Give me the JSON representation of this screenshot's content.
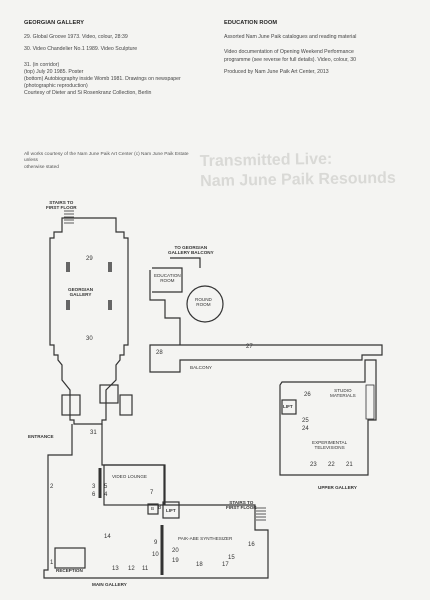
{
  "georgian": {
    "heading": "GEORGIAN GALLERY",
    "line1": "29. Global Groove 1973. Video, colour, 28:39",
    "line2": "30. Video Chandelier No.1 1989. Video Sculpture",
    "line3": "31. (in corridor)",
    "line4": "(top) July 20 1985. Poster",
    "line5": "(bottom) Autobiography inside Womb 1981. Drawings on newspaper",
    "line6": "(photographic reproduction)",
    "line7": "Courtesy of Dieter and Si Rosenkranz Collection, Berlin"
  },
  "education": {
    "heading": "EDUCATION ROOM",
    "line1": "Assorted Nam June Paik catalogues and reading material",
    "line2": "Video documentation of Opening Weekend Performance",
    "line3": "programme (see reverse for full details). Video, colour, 30",
    "line4": "Produced by Nam June Paik Art Center, 2013"
  },
  "credit": {
    "line1": "All works courtesy of the Nam June Paik Art Center (c) Nam June Paik Estate unless",
    "line2": "otherwise stated"
  },
  "bleed": {
    "line1": "Transmitted Live:",
    "line2": "Nam June Paik Resounds"
  },
  "map": {
    "stairs_top_1": "STAIRS TO",
    "stairs_top_2": "FIRST FLOOR",
    "georgian_label_1": "GEORGIAN",
    "georgian_label_2": "GALLERY",
    "to_georgian_1": "TO GEORGIAN",
    "to_georgian_2": "GALLERY BALCONY",
    "education_1": "EDUCATION",
    "education_2": "ROOM",
    "round_1": "ROUND",
    "round_2": "ROOM",
    "balcony": "BALCONY",
    "studio_1": "STUDIO",
    "studio_2": "MATERIALS",
    "lift": "LIFT",
    "experimental_1": "EXPERIMENTAL",
    "experimental_2": "TELEVISIONS",
    "upper_gallery": "UPPER GALLERY",
    "entrance": "ENTRANCE",
    "video_lounge": "VIDEO LOUNGE",
    "stairs_bottom_1": "STAIRS TO",
    "stairs_bottom_2": "FIRST FLOOR",
    "paik_abe": "PAIK-ABE SYNTHESIZER",
    "reception": "RECEPTION",
    "main_gallery": "MAIN GALLERY",
    "box_b": "B",
    "n29": "29",
    "n30": "30",
    "n31": "31",
    "n28": "28",
    "n27": "27",
    "n26": "26",
    "n25": "25",
    "n24": "24",
    "n23": "23",
    "n22": "22",
    "n21": "21",
    "n2": "2",
    "n3": "3",
    "n6": "6",
    "n7": "7",
    "n8": "8",
    "n14": "14",
    "n9": "9",
    "n10": "10",
    "n20": "20",
    "n19": "19",
    "n18": "18",
    "n17": "17",
    "n15": "15",
    "n16": "16",
    "n1": "1",
    "n13": "13",
    "n12": "12",
    "n11": "11"
  }
}
